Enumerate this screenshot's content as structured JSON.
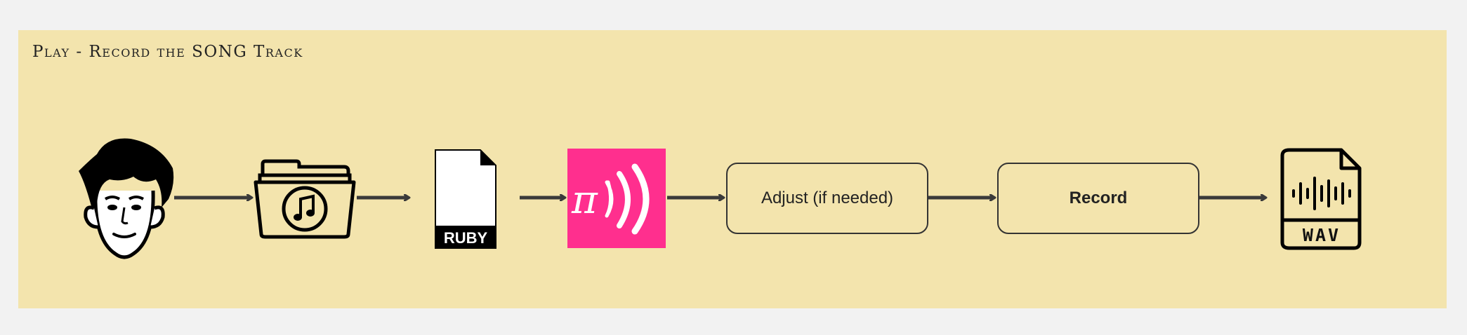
{
  "frame": {
    "title": "Play - Record the SONG Track"
  },
  "nodes": {
    "person": {
      "icon": "person-face-icon"
    },
    "music_folder": {
      "icon": "music-folder-icon"
    },
    "ruby_file": {
      "icon": "ruby-file-icon",
      "label": "RUBY"
    },
    "sonic_pi": {
      "icon": "sonic-pi-logo",
      "glyph": "π",
      "color": "#ff2f8e"
    },
    "adjust": {
      "label": "Adjust (if needed)"
    },
    "record": {
      "label": "Record"
    },
    "wav_file": {
      "icon": "wav-file-icon",
      "label": "WAV"
    }
  },
  "colors": {
    "background": "#f2f2f2",
    "frame": "#f3e4ad",
    "stroke": "#333333",
    "accent": "#ff2f8e"
  }
}
